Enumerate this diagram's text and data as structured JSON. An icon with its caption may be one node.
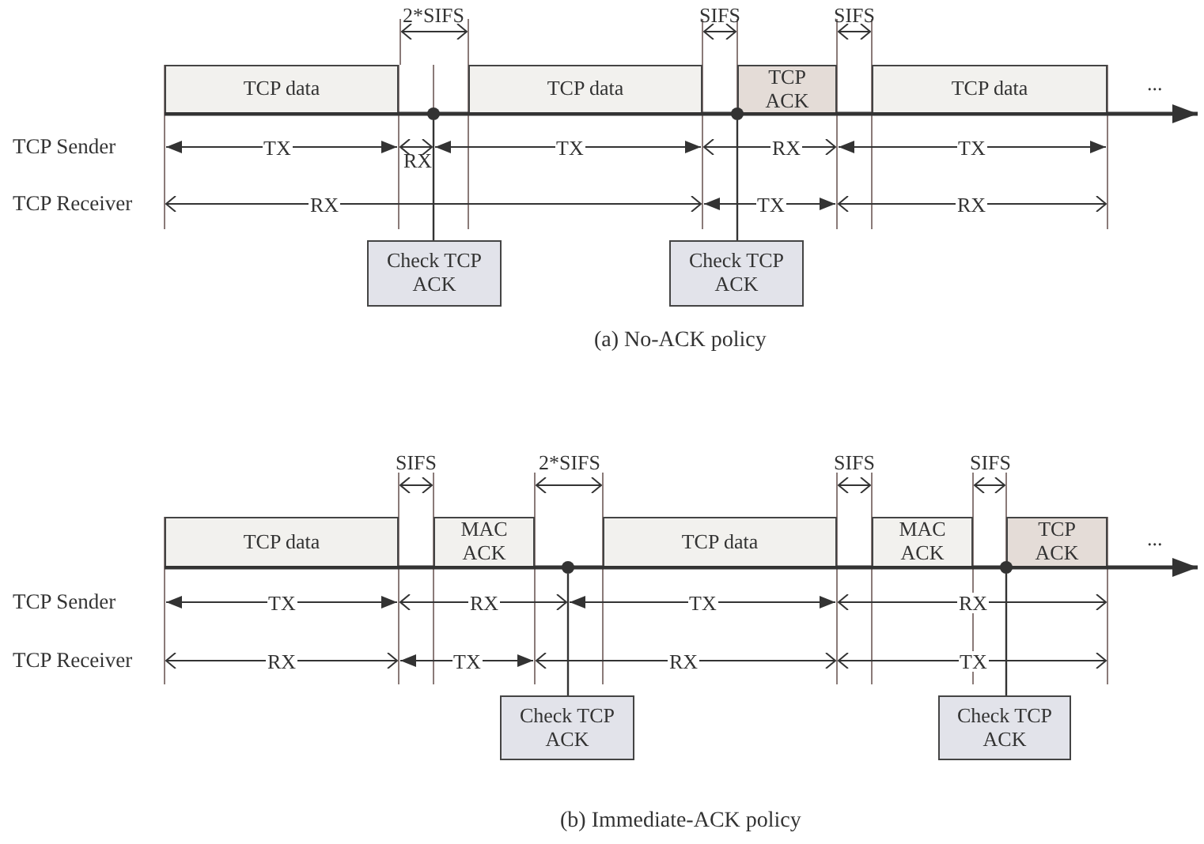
{
  "diagram": {
    "nodes": [
      {
        "text": [
          "TCP data"
        ]
      },
      {
        "text": [
          "TCP data"
        ]
      },
      {
        "text": [
          "TCP ACK"
        ]
      },
      {
        "text": [
          "TCP data"
        ]
      },
      {
        "text": [
          "Check TCP ACK"
        ]
      },
      {
        "text": [
          "Check TCP ACK"
        ]
      },
      {
        "text": [
          "TCP data"
        ]
      },
      {
        "text": [
          "MAC ACK"
        ]
      },
      {
        "text": [
          "TCP data"
        ]
      },
      {
        "text": [
          "MAC ACK"
        ]
      },
      {
        "text": [
          "TCP ACK"
        ]
      },
      {
        "text": [
          "Check TCP ACK"
        ]
      },
      {
        "text": [
          "Check TCP ACK"
        ]
      },
      {
        "text": [],
        "shape": "circle"
      },
      {
        "text": [],
        "shape": "circle"
      },
      {
        "text": [],
        "shape": "circle"
      },
      {
        "text": [],
        "shape": "circle"
      }
    ],
    "edges": [
      {
        "from": 13,
        "to": 4,
        "arrow": "none"
      },
      {
        "from": 14,
        "to": 5,
        "arrow": "none"
      },
      {
        "from": 15,
        "to": 11,
        "arrow": "none"
      },
      {
        "from": 16,
        "to": 12,
        "arrow": "none"
      }
    ],
    "labels": [
      "2*SIFS",
      "SIFS",
      "SIFS",
      "...",
      "TCP Sender",
      "TX",
      "RX",
      "TX",
      "RX",
      "TX",
      "TCP Receiver",
      "RX",
      "TX",
      "RX",
      "(a) No-ACK policy",
      "SIFS",
      "2*SIFS",
      "SIFS",
      "SIFS",
      "...",
      "TCP Sender",
      "TX",
      "RX",
      "TX",
      "RX",
      "TCP Receiver",
      "RX",
      "TX",
      "RX",
      "TX",
      "(b) Immediate-ACK policy"
    ]
  }
}
